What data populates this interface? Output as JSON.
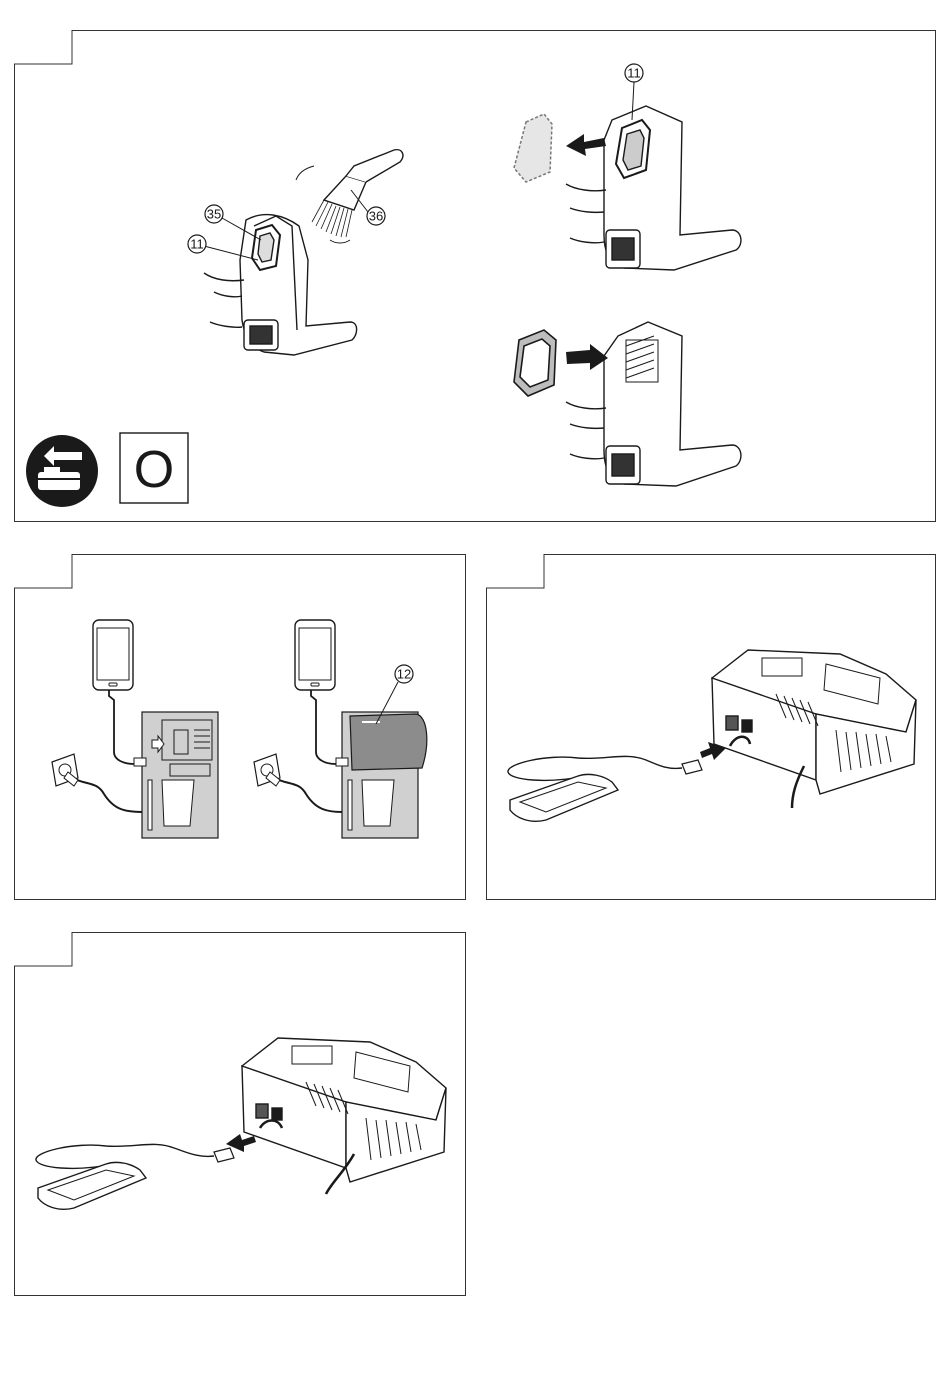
{
  "panels": {
    "filter": {
      "callouts": {
        "brush_filter": "11",
        "filter_frame": "35",
        "brush": "36",
        "top_right_filter": "11"
      },
      "icons": {
        "warning_icon": "maintenance-icon",
        "letter_box": "O"
      }
    },
    "usb_layout": {
      "callouts": {
        "battery": "12"
      }
    },
    "usb_connect": {},
    "usb_disconnect": {}
  }
}
